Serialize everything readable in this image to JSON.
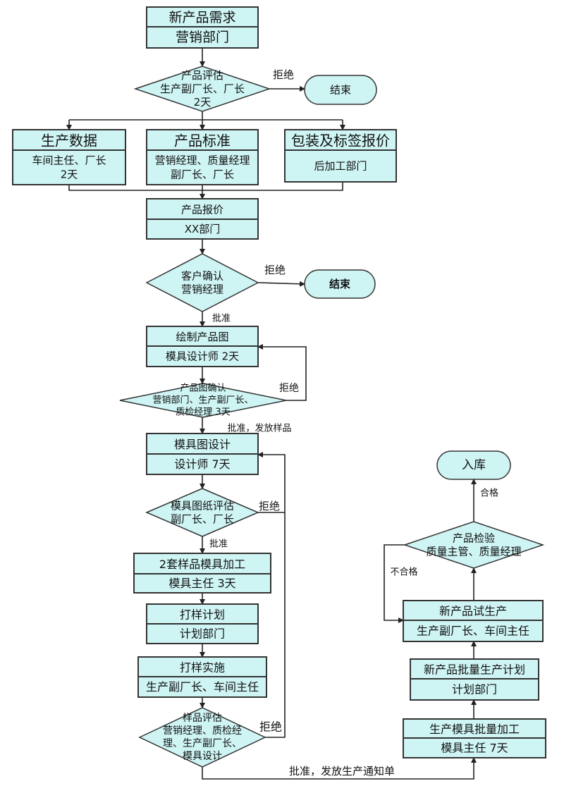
{
  "colors": {
    "fill": "#cff4f4",
    "stroke": "#333333",
    "line": "#222222"
  },
  "nodes": {
    "demand": {
      "title": "新产品需求",
      "sub": [
        "营销部门"
      ]
    },
    "eval1": {
      "lines": [
        "产品评估",
        "生产副厂长、厂长",
        "2天"
      ]
    },
    "end1": {
      "label": "结束"
    },
    "prod_data": {
      "title": "生产数据",
      "sub": [
        "车间主任、厂长",
        "2天"
      ]
    },
    "prod_std": {
      "title": "产品标准",
      "sub": [
        "营销经理、质量经理",
        "副厂长、厂长"
      ]
    },
    "pack_quote": {
      "title": "包装及标签报价",
      "sub": [
        "后加工部门"
      ]
    },
    "quote": {
      "title": "产品报价",
      "sub": [
        "XX部门"
      ]
    },
    "cust_confirm": {
      "lines": [
        "客户确认",
        "营销经理"
      ]
    },
    "end2": {
      "label": "结束"
    },
    "drawing": {
      "title": "绘制产品图",
      "sub": [
        "模具设计师 2天"
      ]
    },
    "drawing_confirm": {
      "lines": [
        "产品图确认",
        "营销部门、生产副厂长、",
        "质检经理 3天"
      ]
    },
    "mold_design": {
      "title": "模具图设计",
      "sub": [
        "设计师 7天"
      ]
    },
    "mold_eval": {
      "lines": [
        "模具图纸评估",
        "副厂长、厂长"
      ]
    },
    "sample_mold": {
      "title": "2套样品模具加工",
      "sub": [
        "模具主任  3天"
      ]
    },
    "sample_plan": {
      "title": "打样计划",
      "sub": [
        "计划部门"
      ]
    },
    "sample_exec": {
      "title": "打样实施",
      "sub": [
        "生产副厂长、车间主任"
      ]
    },
    "sample_eval": {
      "lines": [
        "样品评估",
        "营销经理、质检经",
        "理、生产副厂长、",
        "模具设计"
      ]
    },
    "mass_mold": {
      "title": "生产模具批量加工",
      "sub": [
        "模具主任 7天"
      ]
    },
    "mass_plan": {
      "title": "新产品批量生产计划",
      "sub": [
        "计划部门"
      ]
    },
    "trial": {
      "title": "新产品试生产",
      "sub": [
        "生产副厂长、车间主任"
      ]
    },
    "inspect": {
      "lines": [
        "产品检验",
        "质量主管、质量经理"
      ]
    },
    "stock": {
      "label": "入库"
    }
  },
  "edge_labels": {
    "reject": "拒绝",
    "approve": "批准",
    "approve_release_sample": "批准，发放样品",
    "approve_release_notice": "批准，发放生产通知单",
    "pass": "合格",
    "fail": "不合格"
  }
}
